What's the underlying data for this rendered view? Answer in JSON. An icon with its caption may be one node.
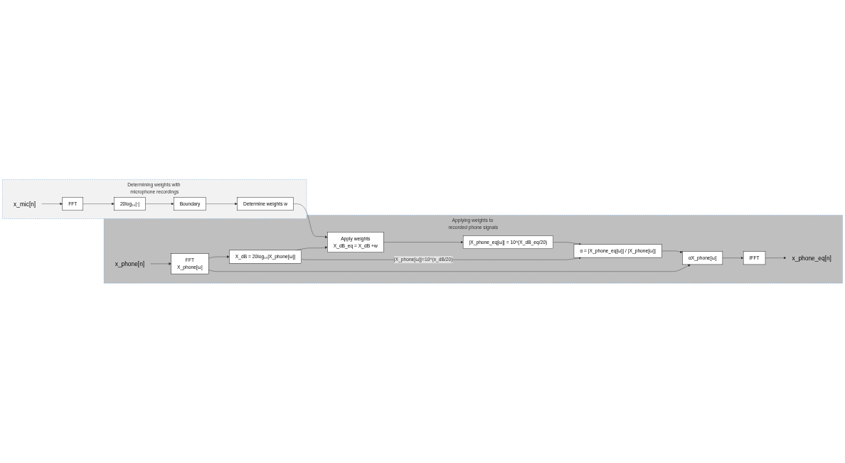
{
  "diagram": {
    "nodes": [
      {
        "text": [
          "Determining weights with microphone recordings"
        ]
      },
      {
        "text": [
          "x_mic[n]"
        ],
        "in": 0
      },
      {
        "text": [
          "FFT"
        ],
        "in": 0
      },
      {
        "text": [
          "20log₁₀|·|"
        ],
        "in": 0
      },
      {
        "text": [
          "Boundary"
        ],
        "in": 0
      },
      {
        "text": [
          "Determine weights w"
        ],
        "in": 0
      },
      {
        "text": [
          "Applying weights to recorded phone signals"
        ]
      },
      {
        "text": [
          "x_phone[n]"
        ],
        "in": 6
      },
      {
        "text": [
          "FFT",
          "X_phone[ω]"
        ],
        "in": 6
      },
      {
        "text": [
          "X_dB = 20log₁₀|X_phone[ω]|"
        ],
        "in": 6
      },
      {
        "text": [
          "Apply weights",
          "X_dB_eq = X_dB +w"
        ],
        "in": 6
      },
      {
        "text": [
          "|X_phone_eq[ω]| = 10^(X_dB_eq/20)"
        ],
        "in": 6
      },
      {
        "text": [
          "IFFT"
        ],
        "in": 6
      },
      {
        "text": [
          "x_phone_eq[n]"
        ],
        "in": 6
      },
      {
        "text": [
          "α = |X_phone_eq[ω]| / |X_phone[ω]|"
        ],
        "in": 6
      },
      {
        "text": [
          "αX_phone[ω]"
        ],
        "in": 6
      }
    ],
    "edges": [
      {
        "from": 1,
        "to": 2,
        "arrow": "to"
      },
      {
        "from": 2,
        "to": 3,
        "arrow": "to"
      },
      {
        "from": 3,
        "to": 4,
        "arrow": "to"
      },
      {
        "from": 4,
        "to": 5,
        "arrow": "to"
      },
      {
        "from": 5,
        "to": 10,
        "arrow": "to"
      },
      {
        "from": 7,
        "to": 8,
        "arrow": "to"
      },
      {
        "from": 8,
        "to": 9,
        "arrow": "to"
      },
      {
        "from": 9,
        "to": 10,
        "arrow": "to"
      },
      {
        "from": 10,
        "to": 11,
        "arrow": "to"
      },
      {
        "from": 11,
        "to": 14,
        "arrow": "to"
      },
      {
        "from": 9,
        "to": 14,
        "label": "|X_phone[ω]|=10^(x_dB/20)",
        "arrow": "to"
      },
      {
        "from": 14,
        "to": 15,
        "arrow": "to"
      },
      {
        "from": 8,
        "to": 15,
        "arrow": "to"
      },
      {
        "from": 15,
        "to": 12,
        "arrow": "to"
      },
      {
        "from": 12,
        "to": 13,
        "arrow": "to"
      }
    ]
  }
}
